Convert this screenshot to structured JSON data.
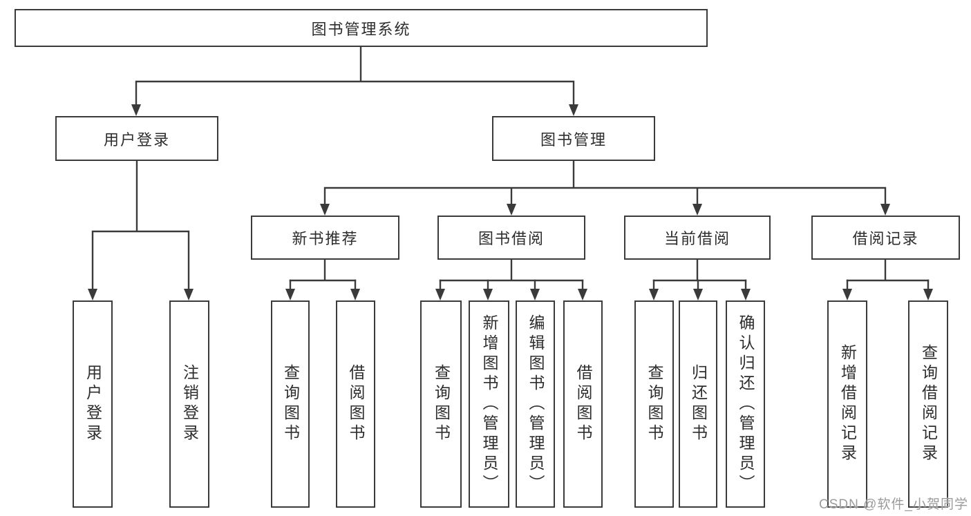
{
  "diagram": {
    "root": "图书管理系统",
    "level1": {
      "user": {
        "label": "用户登录",
        "children": [
          "用户登录",
          "注销登录"
        ]
      },
      "mgmt": {
        "label": "图书管理"
      }
    },
    "level2": {
      "newbooks": {
        "label": "新书推荐",
        "children": [
          "查询图书",
          "借阅图书"
        ]
      },
      "borrowing": {
        "label": "图书借阅",
        "children": [
          "查询图书",
          "新增图书（管理员）",
          "编辑图书（管理员）",
          "借阅图书"
        ]
      },
      "current": {
        "label": "当前借阅",
        "children": [
          "查询图书",
          "归还图书",
          "确认归还（管理员）"
        ]
      },
      "records": {
        "label": "借阅记录",
        "children": [
          "新增借阅记录",
          "查询借阅记录"
        ]
      }
    }
  },
  "watermark": "CSDN @软件_小贺同学",
  "colors": {
    "line": "#3a3a3a",
    "text": "#2d2d2d",
    "watermark": "#9b9b9b",
    "background": "#ffffff"
  }
}
